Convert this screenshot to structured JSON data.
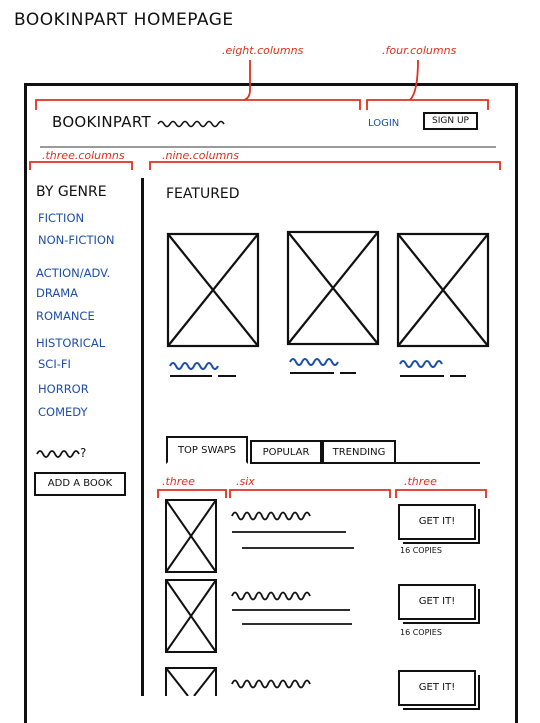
{
  "page_title": "BookInPart Homepage",
  "annotations": {
    "eight_columns": ".eight.columns",
    "four_columns": ".four.columns",
    "three_columns": ".three.columns",
    "nine_columns": ".nine.columns",
    "row_three_left": ".three",
    "row_six": ".six",
    "row_three_right": ".three"
  },
  "header": {
    "logo": "BookInPart",
    "login": "Login",
    "signup": "Sign Up"
  },
  "sidebar": {
    "heading": "By Genre",
    "genres": [
      "Fiction",
      "Non-Fiction",
      "Action/Adv.",
      "Drama",
      "Romance",
      "Historical",
      "Sci-Fi",
      "Horror",
      "Comedy"
    ],
    "ask": "?",
    "add_book": "Add a Book"
  },
  "main": {
    "featured_heading": "Featured",
    "tabs": [
      "Top Swaps",
      "Popular",
      "Trending"
    ],
    "rows": [
      {
        "button": "Get It!",
        "copies": "16 copies"
      },
      {
        "button": "Get It!",
        "copies": "16 copies"
      },
      {
        "button": "Get It!",
        "copies": ""
      }
    ]
  },
  "colors": {
    "annotation": "#e0301e",
    "link": "#1d4fa8",
    "ink": "#111111"
  }
}
